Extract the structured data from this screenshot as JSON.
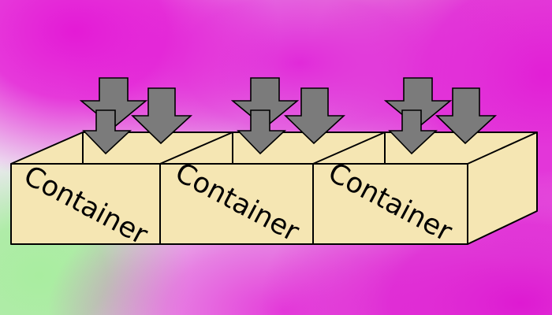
{
  "diagram": {
    "boxes": [
      {
        "label": "Container"
      },
      {
        "label": "Container"
      },
      {
        "label": "Container"
      }
    ],
    "colors": {
      "box_fill": "#f5e6b3",
      "outline": "#000000",
      "arrow_fill": "#7b7b7b",
      "background_primary": "#e41ad6",
      "background_accent": "#a9eda0"
    },
    "icons": [
      "down-arrow-icon"
    ]
  }
}
